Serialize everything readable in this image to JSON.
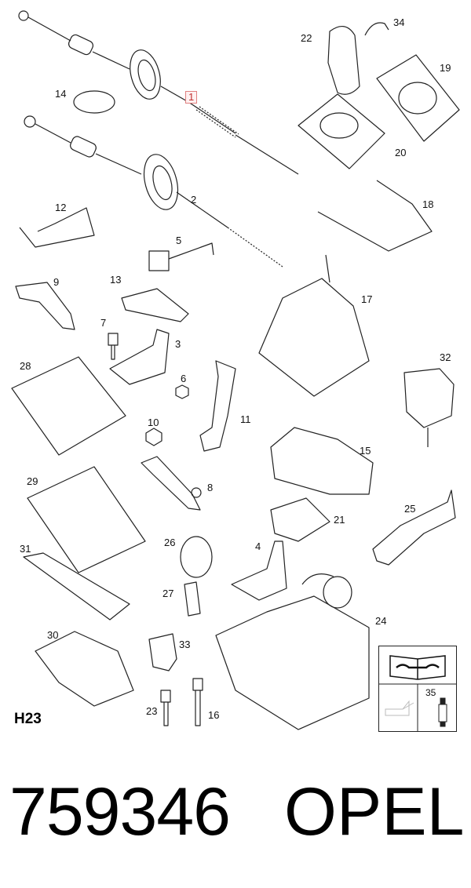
{
  "diagram": {
    "section_code": "H23",
    "callouts": [
      {
        "id": "c1",
        "text": "1",
        "highlight": true
      },
      {
        "id": "c2",
        "text": "2"
      },
      {
        "id": "c3",
        "text": "3"
      },
      {
        "id": "c4",
        "text": "4"
      },
      {
        "id": "c5",
        "text": "5"
      },
      {
        "id": "c6",
        "text": "6"
      },
      {
        "id": "c7",
        "text": "7"
      },
      {
        "id": "c8",
        "text": "8"
      },
      {
        "id": "c9",
        "text": "9"
      },
      {
        "id": "c10",
        "text": "10"
      },
      {
        "id": "c11",
        "text": "11"
      },
      {
        "id": "c12",
        "text": "12"
      },
      {
        "id": "c13",
        "text": "13"
      },
      {
        "id": "c14",
        "text": "14"
      },
      {
        "id": "c15",
        "text": "15"
      },
      {
        "id": "c16",
        "text": "16"
      },
      {
        "id": "c17",
        "text": "17"
      },
      {
        "id": "c18",
        "text": "18"
      },
      {
        "id": "c19",
        "text": "19"
      },
      {
        "id": "c20",
        "text": "20"
      },
      {
        "id": "c21",
        "text": "21"
      },
      {
        "id": "c22",
        "text": "22"
      },
      {
        "id": "c23",
        "text": "23"
      },
      {
        "id": "c24",
        "text": "24"
      },
      {
        "id": "c25",
        "text": "25"
      },
      {
        "id": "c26",
        "text": "26"
      },
      {
        "id": "c27",
        "text": "27"
      },
      {
        "id": "c28",
        "text": "28"
      },
      {
        "id": "c29",
        "text": "29"
      },
      {
        "id": "c30",
        "text": "30"
      },
      {
        "id": "c31",
        "text": "31"
      },
      {
        "id": "c32",
        "text": "32"
      },
      {
        "id": "c33",
        "text": "33"
      },
      {
        "id": "c34",
        "text": "34"
      }
    ],
    "legend": {
      "label": "35"
    }
  },
  "footer": {
    "part_number": "759346",
    "brand": "OPEL"
  }
}
